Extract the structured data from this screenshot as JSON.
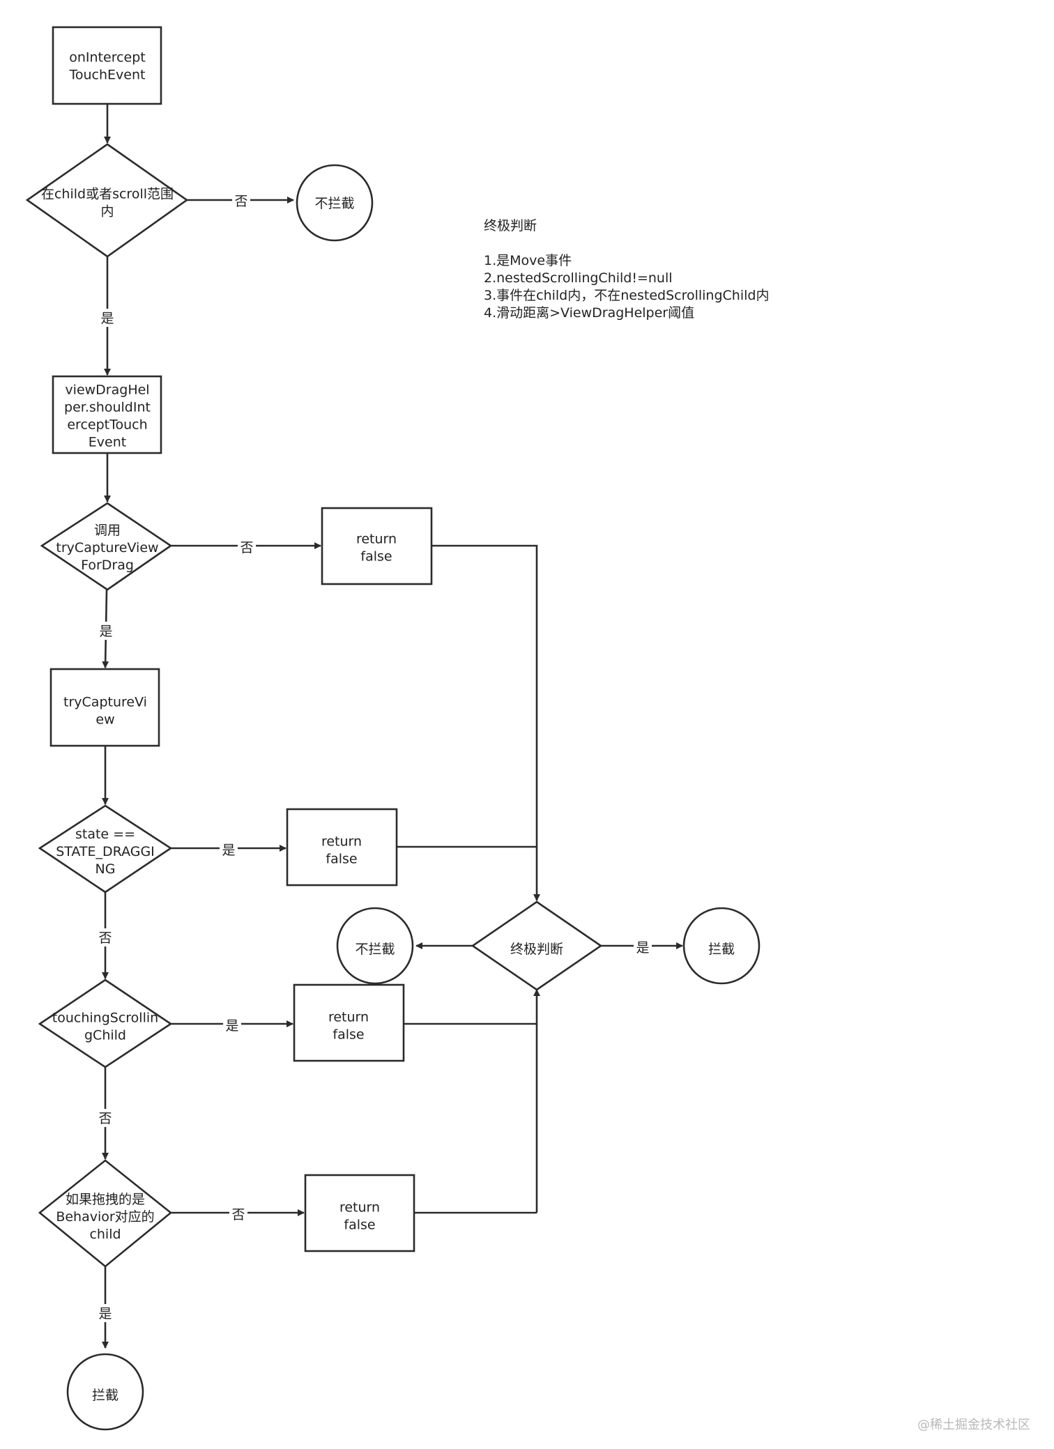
{
  "nodes": {
    "on_intercept": [
      "onIntercept",
      "TouchEvent"
    ],
    "in_range": [
      "在child或者scroll范围",
      "内"
    ],
    "not_intercept_top": [
      "不拦截"
    ],
    "should_intercept": [
      "viewDragHel",
      "per.shouldInt",
      "erceptTouch",
      "Event"
    ],
    "call_try_capture": [
      "调用",
      "tryCaptureView",
      "ForDrag"
    ],
    "return_false_1": [
      "return",
      "false"
    ],
    "try_capture_view": [
      "tryCaptureVi",
      "ew"
    ],
    "state_dragging": [
      "state ==",
      "STATE_DRAGGI",
      "NG"
    ],
    "return_false_2": [
      "return",
      "false"
    ],
    "final_judgement": [
      "终极判断"
    ],
    "not_intercept_mid": [
      "不拦截"
    ],
    "intercept_mid": [
      "拦截"
    ],
    "touching_scrolling": [
      "touchingScrollin",
      "gChild"
    ],
    "return_false_3": [
      "return",
      "false"
    ],
    "behavior_child": [
      "如果拖拽的是",
      "Behavior对应的",
      "child"
    ],
    "return_false_4": [
      "return",
      "false"
    ],
    "intercept_bottom": [
      "拦截"
    ]
  },
  "edge_labels": {
    "range_no": "否",
    "range_yes": "是",
    "capture_no": "否",
    "capture_yes": "是",
    "state_yes": "是",
    "state_no": "否",
    "final_yes": "是",
    "touching_yes": "是",
    "touching_no": "否",
    "behavior_no": "否",
    "behavior_yes": "是"
  },
  "note": {
    "title": "终极判断",
    "items": [
      "1.是Move事件",
      "2.nestedScrollingChild!=null",
      "3.事件在child内，不在nestedScrollingChild内",
      "4.滑动距离>ViewDragHelper阈值"
    ]
  },
  "watermark": "@稀土掘金技术社区",
  "colors": {
    "stroke": "#2b2b2b",
    "text": "#222222",
    "watermark": "#b8b8b8"
  }
}
